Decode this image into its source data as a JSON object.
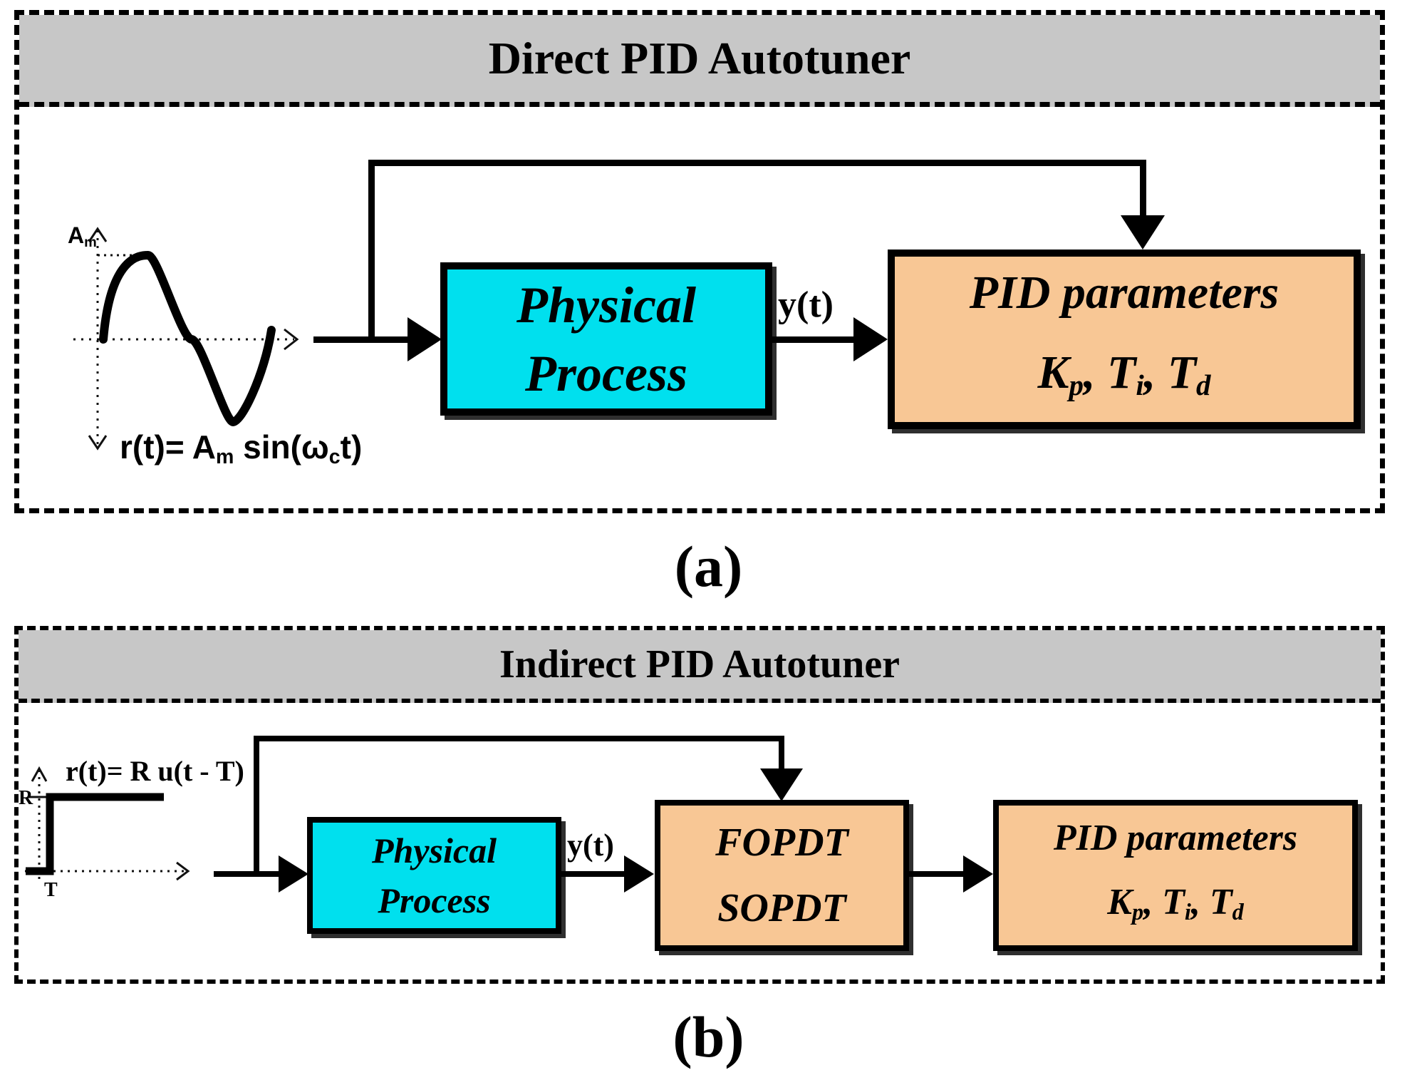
{
  "colors": {
    "process_box": "#00e0ee",
    "model_box": "#f8c795",
    "header_bar": "#c7c7c7",
    "line": "#000000"
  },
  "panel_a": {
    "title": "Direct PID Autotuner",
    "caption": "(a)",
    "plot": {
      "amp_label": "A",
      "amp_label_sub": "m",
      "signal_p1": "r(t)= A",
      "signal_s1": "m",
      "signal_p2": " sin(ω",
      "signal_s2": "c",
      "signal_p3": "t)"
    },
    "blocks": {
      "process_line1": "Physical",
      "process_line2": "Process",
      "signal_out": "y(t)",
      "pid_line1": "PID parameters",
      "pid_k": "K",
      "pid_k_sub": "p",
      "pid_sep1": ", ",
      "pid_t1": "T",
      "pid_t1_sub": "i",
      "pid_sep2": ", ",
      "pid_t2": "T",
      "pid_t2_sub": "d"
    }
  },
  "panel_b": {
    "title": "Indirect PID Autotuner",
    "caption": "(b)",
    "plot": {
      "signal": "r(t)= R u(t - T)",
      "step_level_label": "R",
      "delay_label": "T"
    },
    "blocks": {
      "process_line1": "Physical",
      "process_line2": "Process",
      "signal_out": "y(t)",
      "model_line1": "FOPDT",
      "model_line2": "SOPDT",
      "pid_line1": "PID parameters",
      "pid_k": "K",
      "pid_k_sub": "p",
      "pid_sep1": ", ",
      "pid_t1": "T",
      "pid_t1_sub": "i",
      "pid_sep2": ", ",
      "pid_t2": "T",
      "pid_t2_sub": "d"
    }
  }
}
